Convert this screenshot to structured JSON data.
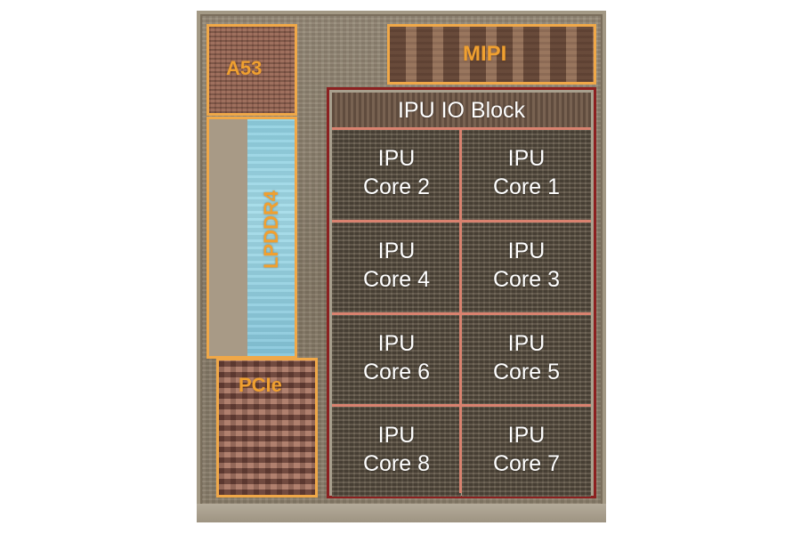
{
  "blocks": {
    "a53": "A53",
    "mipi": "MIPI",
    "lpddr4": "LPDDR4",
    "pcie": "PCIe",
    "io_block": "IPU IO Block"
  },
  "cores": [
    {
      "line1": "IPU",
      "line2": "Core 2"
    },
    {
      "line1": "IPU",
      "line2": "Core 1"
    },
    {
      "line1": "IPU",
      "line2": "Core 4"
    },
    {
      "line1": "IPU",
      "line2": "Core 3"
    },
    {
      "line1": "IPU",
      "line2": "Core 6"
    },
    {
      "line1": "IPU",
      "line2": "Core 5"
    },
    {
      "line1": "IPU",
      "line2": "Core 8"
    },
    {
      "line1": "IPU",
      "line2": "Core 7"
    }
  ],
  "colors": {
    "peripheral_outline": "#f0a848",
    "peripheral_label": "#f0a030",
    "ipu_outline": "#8c2020",
    "core_separator": "#d9826f",
    "core_label": "#ffffff"
  }
}
